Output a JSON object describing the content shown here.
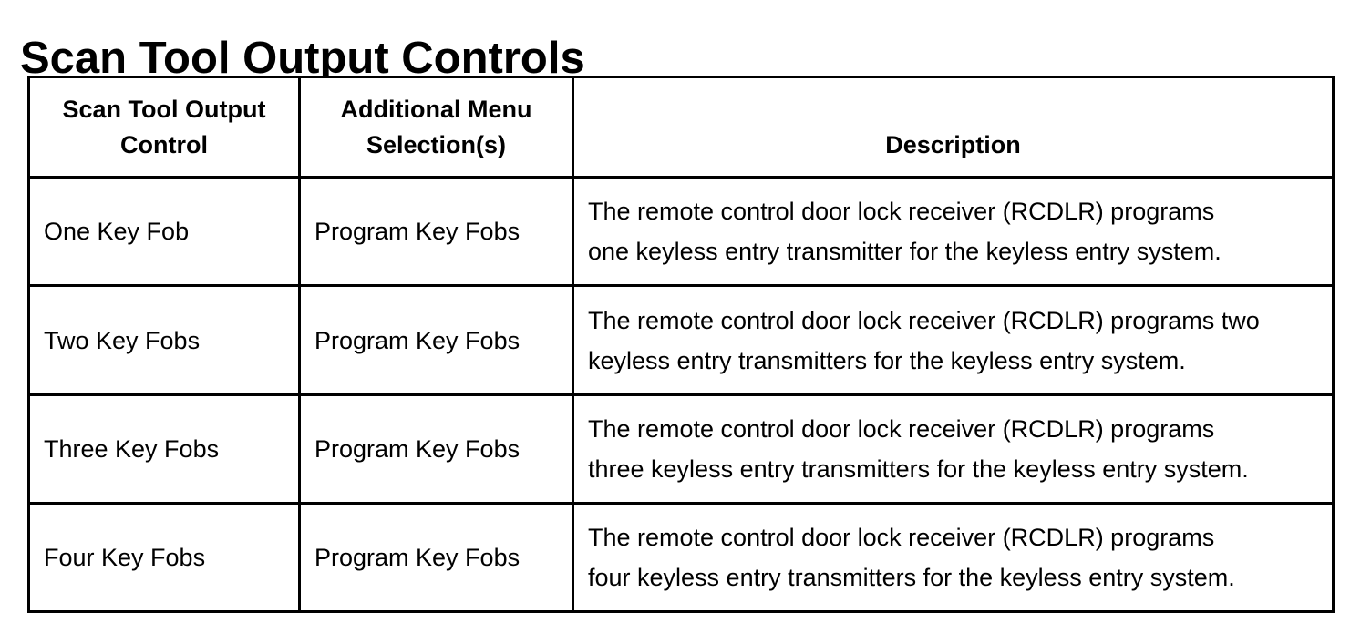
{
  "page": {
    "title": "Scan Tool Output Controls"
  },
  "colors": {
    "background": "#ffffff",
    "text": "#000000",
    "border": "#000000"
  },
  "table": {
    "headers": [
      "Scan Tool Output\nControl",
      "Additional Menu\nSelection(s)",
      "Description"
    ],
    "rows": [
      {
        "control": "One Key Fob",
        "menu": "Program Key Fobs",
        "description": "The remote control door lock receiver (RCDLR) programs\none keyless entry transmitter for the keyless entry system."
      },
      {
        "control": "Two Key Fobs",
        "menu": "Program Key Fobs",
        "description": "The remote control door lock receiver (RCDLR) programs two\nkeyless entry transmitters for the keyless entry system."
      },
      {
        "control": "Three Key Fobs",
        "menu": "Program Key Fobs",
        "description": "The remote control door lock receiver (RCDLR) programs\nthree keyless entry transmitters for the keyless entry system."
      },
      {
        "control": "Four Key Fobs",
        "menu": "Program Key Fobs",
        "description": "The remote control door lock receiver (RCDLR) programs\nfour keyless entry transmitters for the keyless entry system."
      }
    ]
  }
}
